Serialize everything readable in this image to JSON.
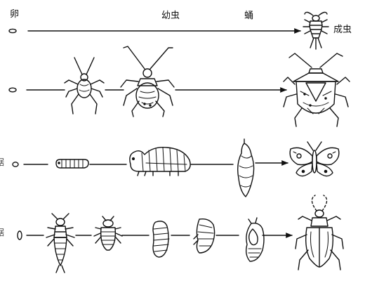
{
  "header": {
    "egg": "卵",
    "larva": "幼虫",
    "pupa": "蛹",
    "adult": "成虫"
  },
  "row_fragments": {
    "row3": "据",
    "row4": "据"
  },
  "rows": [
    {
      "id": "ametabolous",
      "stages": [
        "egg",
        "adult"
      ]
    },
    {
      "id": "hemimetabolous",
      "stages": [
        "egg",
        "nymph",
        "nymph",
        "adult"
      ]
    },
    {
      "id": "butterfly",
      "stages": [
        "egg",
        "larva",
        "larva",
        "pupa",
        "adult"
      ]
    },
    {
      "id": "beetle",
      "stages": [
        "egg",
        "larva",
        "larva",
        "larva",
        "larva",
        "pupa",
        "adult"
      ]
    }
  ]
}
